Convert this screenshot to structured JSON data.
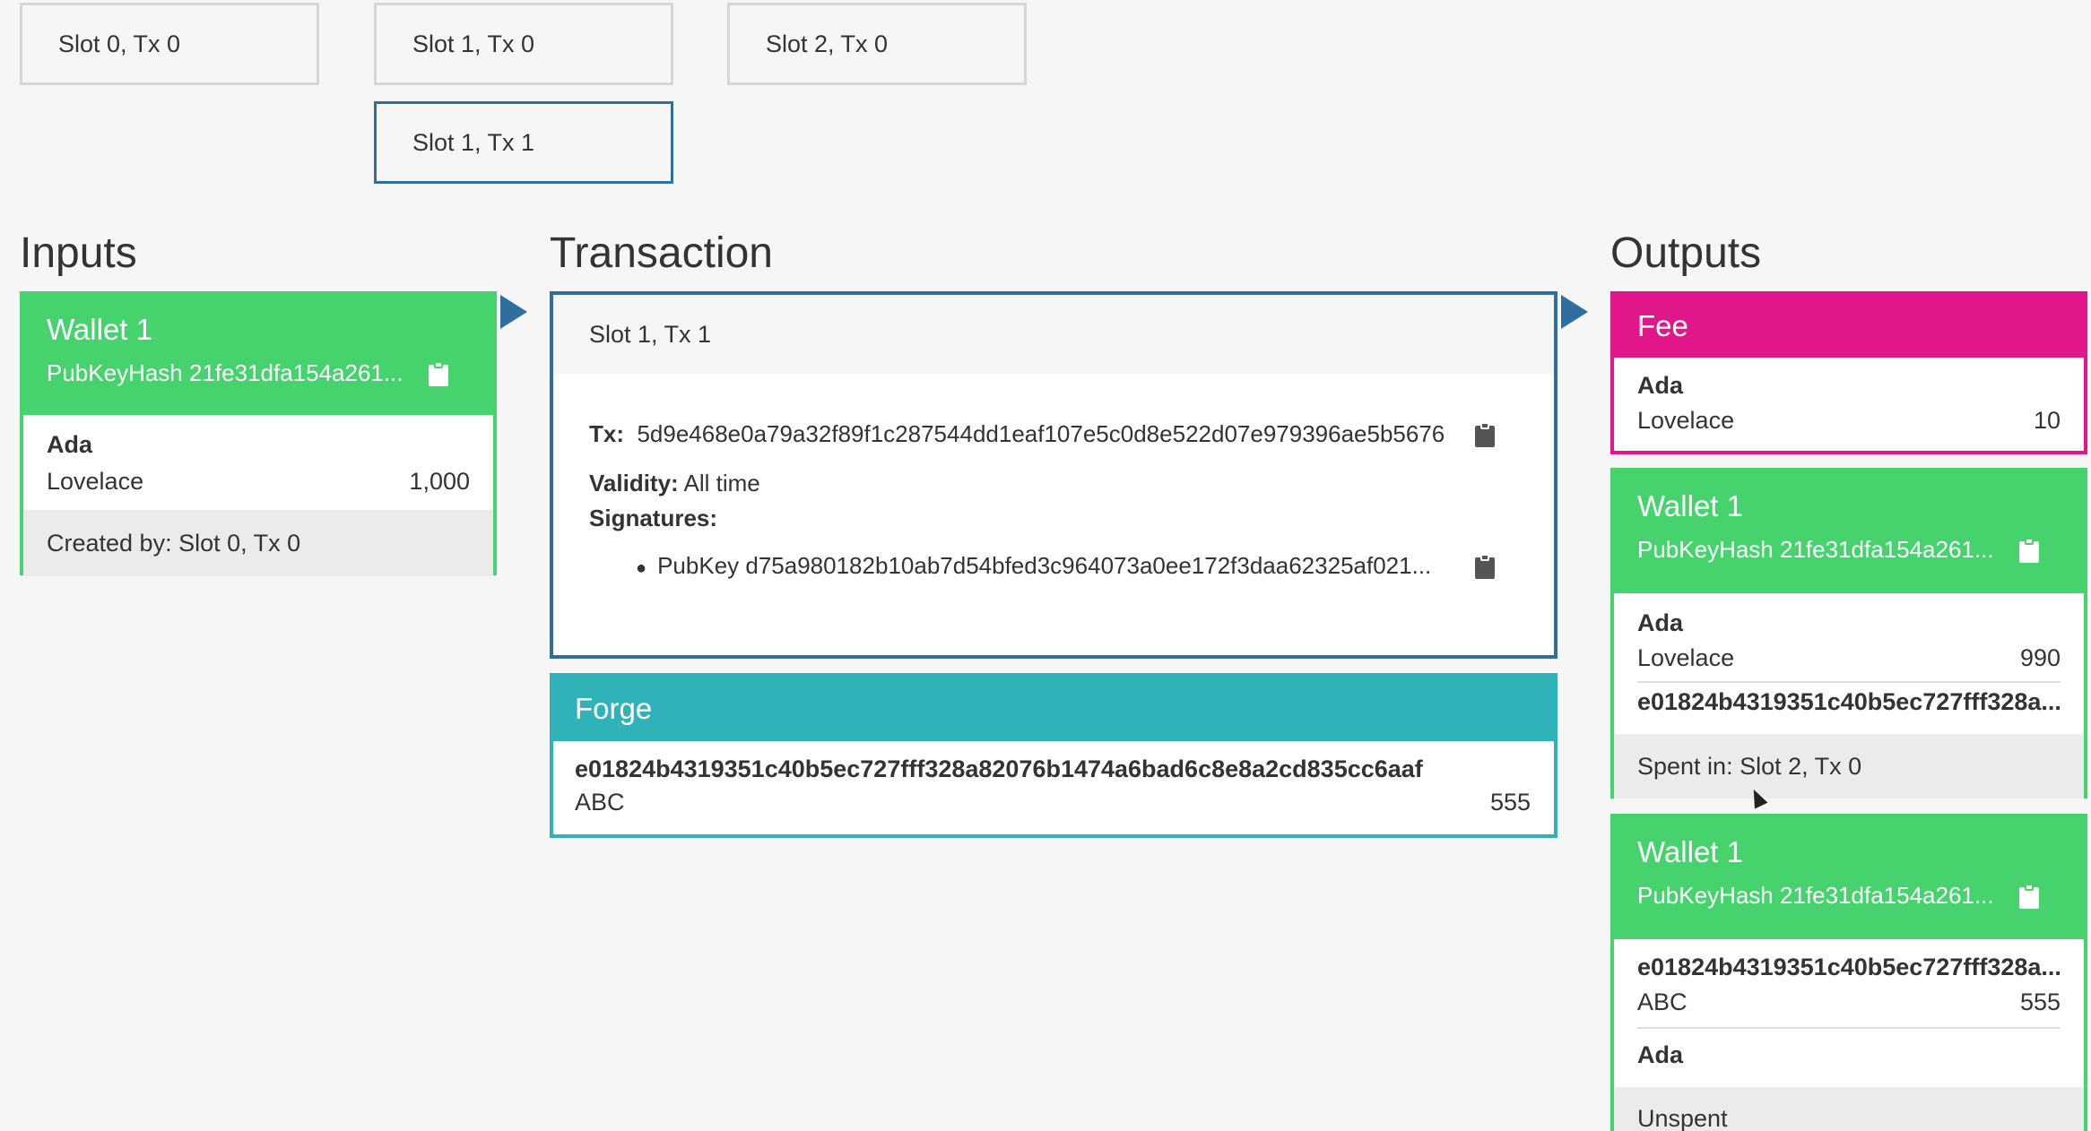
{
  "slots": {
    "slot0_tx0": "Slot 0, Tx 0",
    "slot1_tx0": "Slot 1, Tx 0",
    "slot2_tx0": "Slot 2, Tx 0",
    "slot1_tx1": "Slot 1, Tx 1"
  },
  "sections": {
    "inputs": "Inputs",
    "transaction": "Transaction",
    "outputs": "Outputs"
  },
  "input_card": {
    "wallet": "Wallet 1",
    "pubkey": "PubKeyHash 21fe31dfa154a261...",
    "currency": "Ada",
    "token": "Lovelace",
    "amount": "1,000",
    "footer": "Created by: Slot 0, Tx 0"
  },
  "transaction": {
    "header": "Slot 1, Tx 1",
    "tx_label": "Tx:",
    "tx_hash": "5d9e468e0a79a32f89f1c287544dd1eaf107e5c0d8e522d07e979396ae5b5676",
    "validity_label": "Validity:",
    "validity_value": "All time",
    "signatures_label": "Signatures:",
    "signature": "PubKey d75a980182b10ab7d54bfed3c964073a0ee172f3daa62325af021..."
  },
  "forge": {
    "title": "Forge",
    "currency": "e01824b4319351c40b5ec727fff328a82076b1474a6bad6c8e8a2cd835cc6aaf",
    "token": "ABC",
    "amount": "555"
  },
  "outputs": {
    "fee": {
      "title": "Fee",
      "currency": "Ada",
      "token": "Lovelace",
      "amount": "10"
    },
    "output1": {
      "wallet": "Wallet 1",
      "pubkey": "PubKeyHash 21fe31dfa154a261...",
      "currency": "Ada",
      "token": "Lovelace",
      "amount": "990",
      "currency2": "e01824b4319351c40b5ec727fff328a...",
      "footer": "Spent in: Slot 2, Tx 0"
    },
    "output2": {
      "wallet": "Wallet 1",
      "pubkey": "PubKeyHash 21fe31dfa154a261...",
      "currency": "e01824b4319351c40b5ec727fff328a...",
      "token": "ABC",
      "amount": "555",
      "currency2": "Ada",
      "footer": "Unspent"
    }
  },
  "colors": {
    "green": "#46d36d",
    "navy": "#2f6fa0",
    "teal": "#2fb3b9",
    "magenta": "#e0168a"
  },
  "icons": {
    "copy": "clipboard-icon",
    "arrow": "play-arrow-icon"
  }
}
